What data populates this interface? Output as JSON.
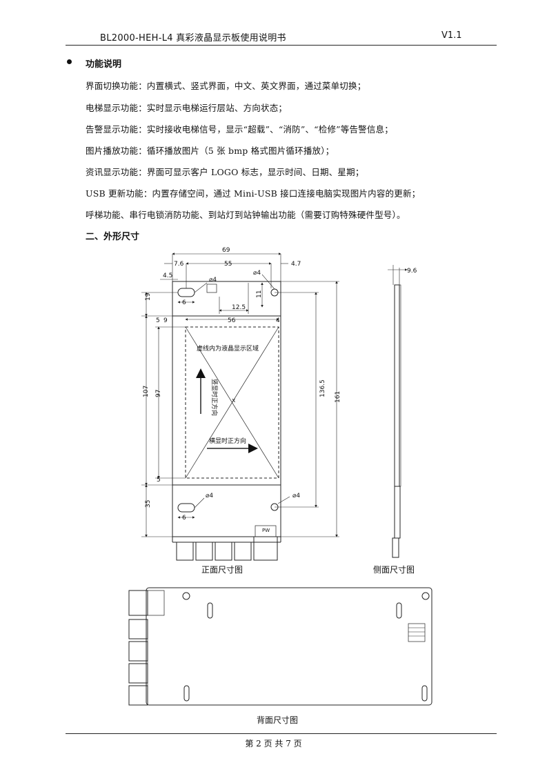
{
  "header": {
    "title": "BL2000-HEH-L4 真彩液晶显示板使用说明书",
    "version": "V1.1"
  },
  "section1": {
    "heading": "功能说明",
    "lines": [
      "界面切换功能：内置横式、竖式界面，中文、英文界面，通过菜单切换；",
      "电梯显示功能：实时显示电梯运行层站、方向状态；",
      "告警显示功能：实时接收电梯信号，显示“超载”、“消防”、“检修”等告警信息；",
      "图片播放功能：循环播放图片（5 张 bmp 格式图片循环播放）；",
      "资讯显示功能：界面可显示客户 LOGO 标志，显示时间、日期、星期；",
      "USB 更新功能：内置存储空间，通过 Mini-USB 接口连接电脑实现图片内容的更新；",
      "呼梯功能、串行电锁消防功能、到站灯到站钟输出功能（需要订购特殊硬件型号）。"
    ]
  },
  "section2": {
    "heading": "二、外形尺寸"
  },
  "front": {
    "dims": {
      "d69": "69",
      "d7_6": "7.6",
      "d55": "55",
      "d4_7": "4.7",
      "d4_5": "4.5",
      "phi4_a": "⌀4",
      "phi4_b": "⌀4",
      "phi4_c": "⌀4",
      "phi4_d": "⌀4",
      "d6_top": "6",
      "d6_bot": "6",
      "d11": "11",
      "d12_5": "12.5",
      "d19": "19",
      "d5_top": "5",
      "d9": "9",
      "d56": "56",
      "d4_right": "4",
      "d107": "107",
      "d97": "97",
      "d5_bot": "5",
      "d136_5": "136.5",
      "d161": "161",
      "d35": "35"
    },
    "label_area": "虚线内为液晶显示区域",
    "label_vertical": "竖显时正方向",
    "label_horizontal": "横显时正方向",
    "center_mark": "x",
    "pin_label": "PW",
    "caption": "正面尺寸图"
  },
  "side": {
    "dim": "9.6",
    "caption": "侧面尺寸图"
  },
  "back": {
    "caption": "背面尺寸图"
  },
  "footer": {
    "page": "第 2 页 共 7 页"
  }
}
